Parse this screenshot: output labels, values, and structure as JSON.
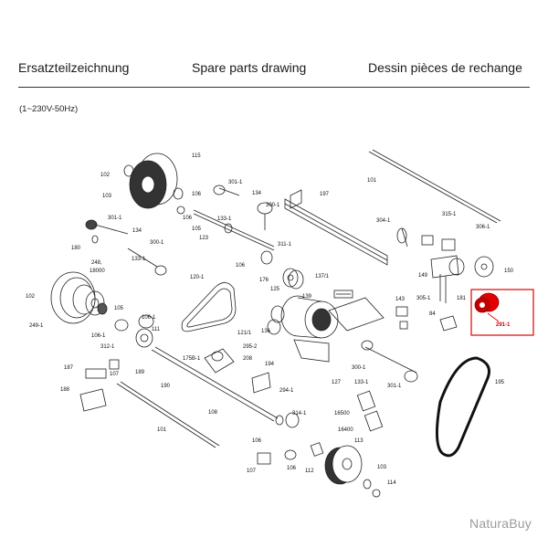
{
  "header": {
    "title_de": "Ersatzteilzeichnung",
    "title_en": "Spare parts drawing",
    "title_fr": "Dessin pièces de rechange",
    "voltage": "(1~230V-50Hz)"
  },
  "watermark": "NaturaBuy",
  "highlight_color": "#e00000",
  "labels": {
    "p115": "115",
    "p102a": "102",
    "p103a": "103",
    "p106a": "106",
    "p301a": "301-1",
    "p134a": "134",
    "p133a": "133-1",
    "p300a": "300-1",
    "p106b": "106",
    "p105a": "105",
    "p123": "123",
    "p134b": "134",
    "p180": "180",
    "p301b": "301-1",
    "p300b": "300-1",
    "p133b": "133-1",
    "p197": "197",
    "p101a": "101",
    "p304": "304-1",
    "p315": "315-1",
    "p306": "306-1",
    "p311": "311-1",
    "p106c": "106",
    "p176": "176",
    "p125": "125",
    "p136": "136",
    "p139": "139",
    "p137": "137/1",
    "p143": "143",
    "p127": "127",
    "p150": "150",
    "p149": "149",
    "p305": "305-1",
    "p181": "181",
    "p84": "84",
    "p291": "291-1",
    "p248": "248,",
    "p18000": "18000",
    "p102b": "102",
    "p249": "249-1",
    "p105b": "105",
    "p106d": "106-1",
    "p106e": "106-1",
    "p111": "111",
    "p312": "312-1",
    "p120": "120-1",
    "p121": "121/1",
    "p295": "295-2",
    "p175": "175B-1",
    "p208": "208",
    "p194": "194",
    "p294": "294-1",
    "p107a": "107",
    "p189": "189",
    "p190": "190",
    "p187": "187",
    "p188": "188",
    "p101b": "101",
    "p108": "108",
    "p300c": "300-1",
    "p133c": "133-1",
    "p301c": "301-1",
    "p195": "195",
    "p16500": "16500",
    "p16400": "16400",
    "p314": "314-1",
    "p106f": "106",
    "p113": "113",
    "p107b": "107",
    "p106g": "106",
    "p112": "112",
    "p103b": "103",
    "p114": "114"
  }
}
